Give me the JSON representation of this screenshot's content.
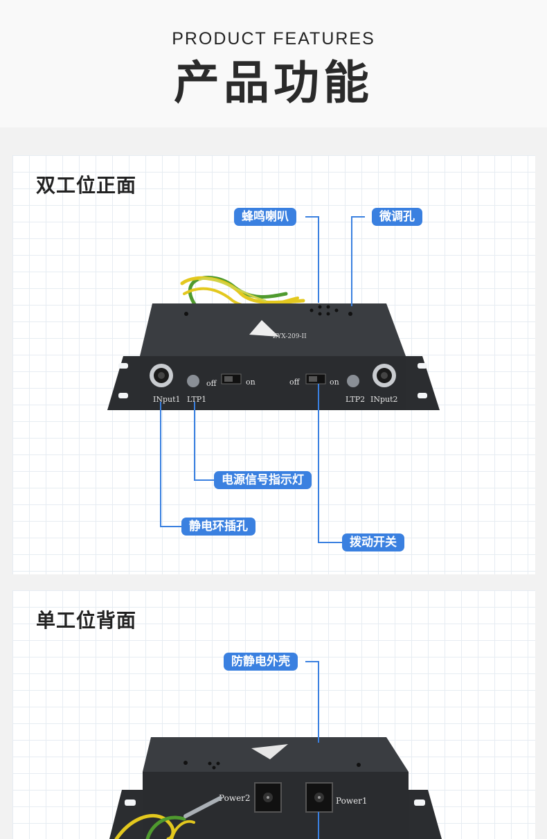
{
  "header": {
    "subtitle": "PRODUCT FEATURES",
    "title": "产品功能"
  },
  "section_front": {
    "title": "双工位正面",
    "labels": {
      "speaker": "蜂鸣喇叭",
      "trim_hole": "微调孔",
      "signal_light": "电源信号指示灯",
      "wrist_jack": "静电环插孔",
      "toggle_switch": "拨动开关"
    },
    "device": {
      "model": "ZYX-209-II",
      "input1": "INput1",
      "input2": "INput2",
      "ltp1": "LTP1",
      "ltp2": "LTP2",
      "off": "off",
      "on": "on"
    }
  },
  "section_back": {
    "title": "单工位背面",
    "labels": {
      "housing": "防静电外壳"
    },
    "device": {
      "power1": "Power1",
      "power2": "Power2"
    }
  },
  "colors": {
    "accent": "#3a80e0",
    "device_body": "#2e3033",
    "wire_yellow": "#e3c81e",
    "wire_green": "#4f9a2e"
  }
}
